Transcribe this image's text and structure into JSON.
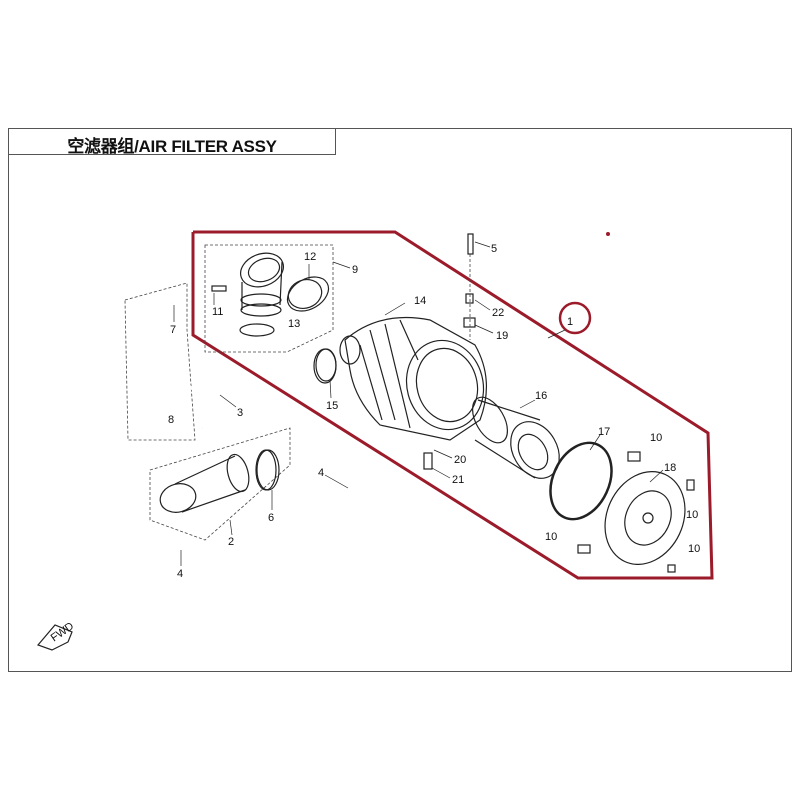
{
  "title": "空滤器组/AIR FILTER ASSY",
  "fwd_label": "FWD",
  "accent_color": "#9b1b2a",
  "callouts": [
    "1",
    "2",
    "3",
    "4",
    "4",
    "5",
    "6",
    "7",
    "8",
    "9",
    "10",
    "10",
    "10",
    "10",
    "11",
    "12",
    "13",
    "14",
    "15",
    "16",
    "17",
    "18",
    "19",
    "20",
    "21",
    "22"
  ]
}
